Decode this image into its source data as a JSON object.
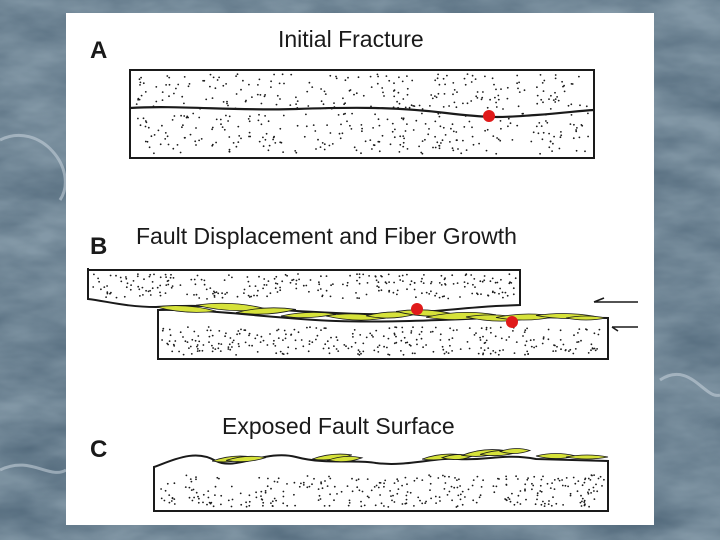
{
  "panels": [
    {
      "letter": "A",
      "title": "Initial Fracture"
    },
    {
      "letter": "B",
      "title": "Fault Displacement and Fiber Growth"
    },
    {
      "letter": "C",
      "title": "Exposed Fault Surface"
    }
  ],
  "colors": {
    "background": "#3f5668",
    "panel": "#ffffff",
    "ink": "#1a1a1a",
    "fiber": "#d6e23a",
    "marker": "#e01a1a"
  }
}
